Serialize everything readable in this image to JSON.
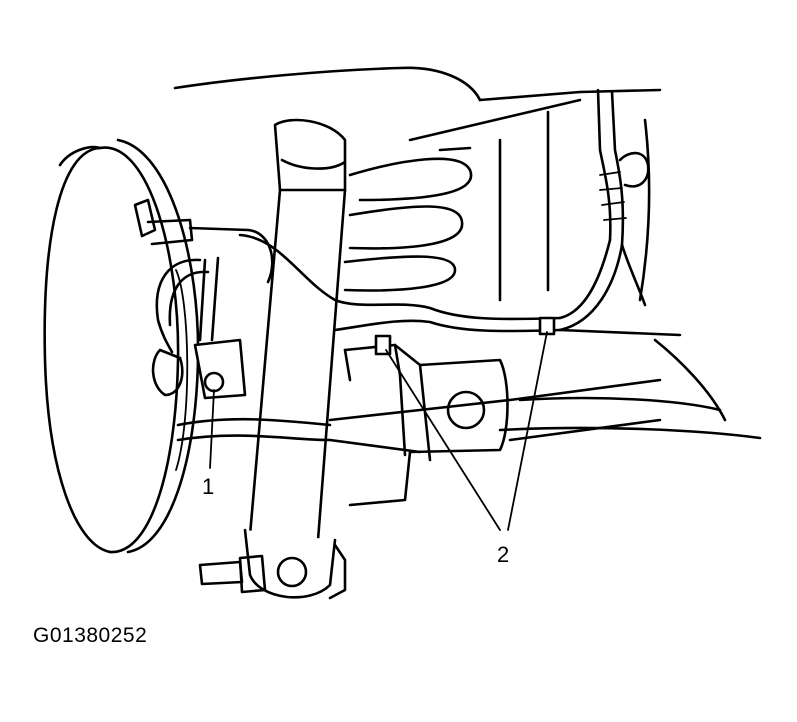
{
  "figure": {
    "code": "G01380252"
  },
  "callouts": [
    {
      "label": "1"
    },
    {
      "label": "2"
    }
  ],
  "colors": {
    "line": "#000000",
    "background": "#ffffff"
  }
}
